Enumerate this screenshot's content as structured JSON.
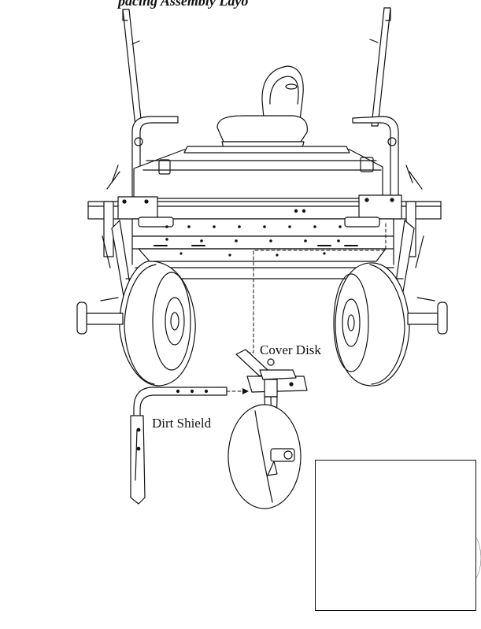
{
  "heading": "pacing Assembly Layo",
  "labels": {
    "cover_disk": "Cover Disk",
    "dirt_shield": "Dirt Shield"
  }
}
